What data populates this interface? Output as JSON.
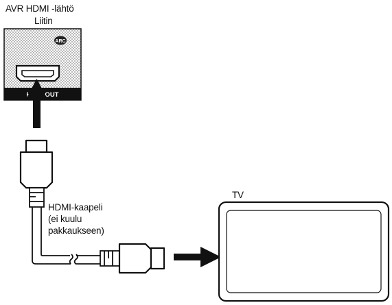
{
  "title": {
    "line1": "AVR HDMI -lähtö",
    "line2": "Liitin"
  },
  "avr_panel": {
    "badge": "ARC",
    "port_label": "HDMI OUT"
  },
  "cable": {
    "line1": "HDMI-kaapeli",
    "line2": "(ei kuulu",
    "line3": "pakkaukseen)"
  },
  "tv": {
    "label": "TV"
  },
  "colors": {
    "ink": "#111111",
    "panel_dots": "#c8c8c8",
    "background": "#ffffff"
  }
}
